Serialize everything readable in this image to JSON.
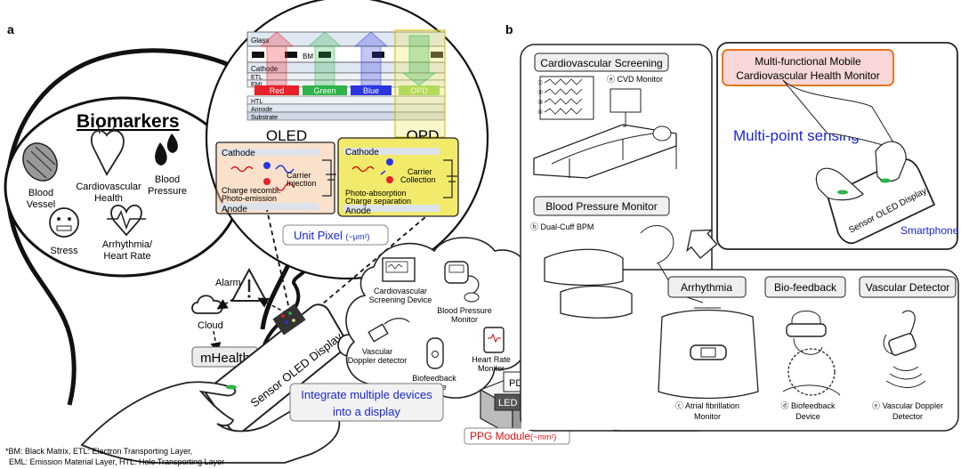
{
  "panel_a": {
    "letter": "a",
    "biomarkers": {
      "title": "Biomarkers",
      "items": {
        "blood_vessel": [
          "Blood",
          "Vessel"
        ],
        "cardiovascular_health": [
          "Cardiovascular",
          "Health"
        ],
        "blood_pressure": [
          "Blood",
          "Pressure"
        ],
        "stress": "Stress",
        "arrhythmia": [
          "Arrhythmia/",
          "Heart Rate"
        ]
      }
    },
    "layer_stack": {
      "glass": "Glass",
      "bm": "BM",
      "cathode": "Cathode",
      "etl": "ETL",
      "eml": "EML",
      "subpixels": {
        "red": "Red",
        "green": "Green",
        "blue": "Blue",
        "opd": "OPD"
      },
      "htl": "HTL",
      "anode": "Annode",
      "substrate": "Substrate"
    },
    "oled_label": "OLED",
    "opd_label": "OPD",
    "oled_cell": {
      "cathode": "Cathode",
      "carrier": [
        "Carrier",
        "Injection"
      ],
      "process": [
        "Charge recombi.",
        "Photo-emission"
      ],
      "anode": "Anode"
    },
    "opd_cell": {
      "cathode": "Cathode",
      "carrier": [
        "Carrier",
        "Collection"
      ],
      "process": [
        "Photo-absorption",
        "Charge separation"
      ],
      "anode": "Anode"
    },
    "unit_pixel": {
      "label": "Unit Pixel",
      "unit": "(~μm²)"
    },
    "alarm": "Alarm",
    "cloud": "Cloud",
    "mhealth": "mHealth",
    "phone_text": "Sensor OLED Display",
    "devices": {
      "screening": [
        "Cardiovascular",
        "Screening Device"
      ],
      "bp_monitor": [
        "Blood Pressure",
        "Monitor"
      ],
      "doppler": [
        "Vascular",
        "Doppler detector"
      ],
      "biofeedback": [
        "Biofeedback",
        "Device"
      ],
      "hr_monitor": [
        "Heart Rate",
        "Monitor"
      ]
    },
    "integrate": [
      "Integrate multiple devices",
      "into a display"
    ],
    "ppg": {
      "pd": "PD",
      "led": "LED",
      "label": "PPG Module",
      "unit": "(~mm²)"
    },
    "footnote": [
      "*BM: Black Matrix, ETL: Electron Transporting Layer,",
      "EML: Emission Material Layer, HTL: Hole Transporting Layer"
    ]
  },
  "panel_b": {
    "letter": "b",
    "cardio": {
      "title": "Cardiovascular Screening",
      "sub_marker": "ⓐ",
      "sub_label": "CVD Monitor",
      "waves": [
        "①",
        "②",
        "③",
        "④"
      ]
    },
    "bp": {
      "title": "Blood Pressure Monitor",
      "marker": "ⓑ",
      "label": "Dual-Cuff BPM"
    },
    "mobile": {
      "title": [
        "Multi-functional Mobile",
        "Cardiovascular Health Monitor"
      ],
      "sensing": "Multi-point sensing",
      "phone_text": "Sensor OLED Display",
      "smartphone": "Smartphone"
    },
    "arrhythmia": {
      "title": "Arrhythmia",
      "marker": "ⓒ",
      "caption": [
        "Atrial fibrillation",
        "Monitor"
      ]
    },
    "biofeedback": {
      "title": "Bio-feedback",
      "marker": "ⓓ",
      "caption": [
        "Biofeedback",
        "Device"
      ]
    },
    "vascular": {
      "title": "Vascular Detector",
      "marker": "ⓔ",
      "caption": [
        "Vascular Doppler",
        "Detector"
      ]
    }
  },
  "colors": {
    "red": "#e8202a",
    "green": "#2fb34a",
    "blue": "#2a35e0",
    "opd": "#8fd14f",
    "oled_box": "#f6c39a",
    "opd_box": "#f2ea6a",
    "mobile_border": "#e8761d",
    "mobile_fill": "#f7d7d7",
    "accent_blue": "#1a26d9",
    "ppg_red": "#e01010"
  }
}
